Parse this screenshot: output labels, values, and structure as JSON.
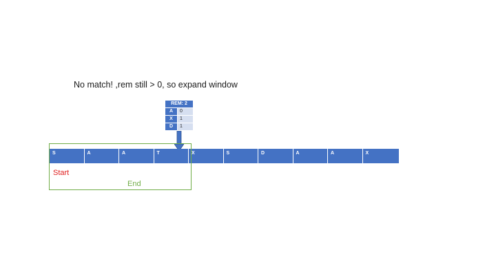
{
  "caption": "No match! ,rem still > 0, so expand window",
  "rem_table": {
    "header": "REM: 2",
    "rows": [
      {
        "key": "A",
        "value": "0"
      },
      {
        "key": "X",
        "value": "1"
      },
      {
        "key": "D",
        "value": "1"
      }
    ]
  },
  "sequence": [
    "S",
    "A",
    "A",
    "T",
    "X",
    "S",
    "D",
    "A",
    "A",
    "X"
  ],
  "window": {
    "start_label": "Start",
    "end_label": "End"
  },
  "colors": {
    "cell_fill": "#4472c4",
    "window_border": "#70ad47",
    "start_label": "#e02020",
    "end_label": "#70ad47"
  }
}
